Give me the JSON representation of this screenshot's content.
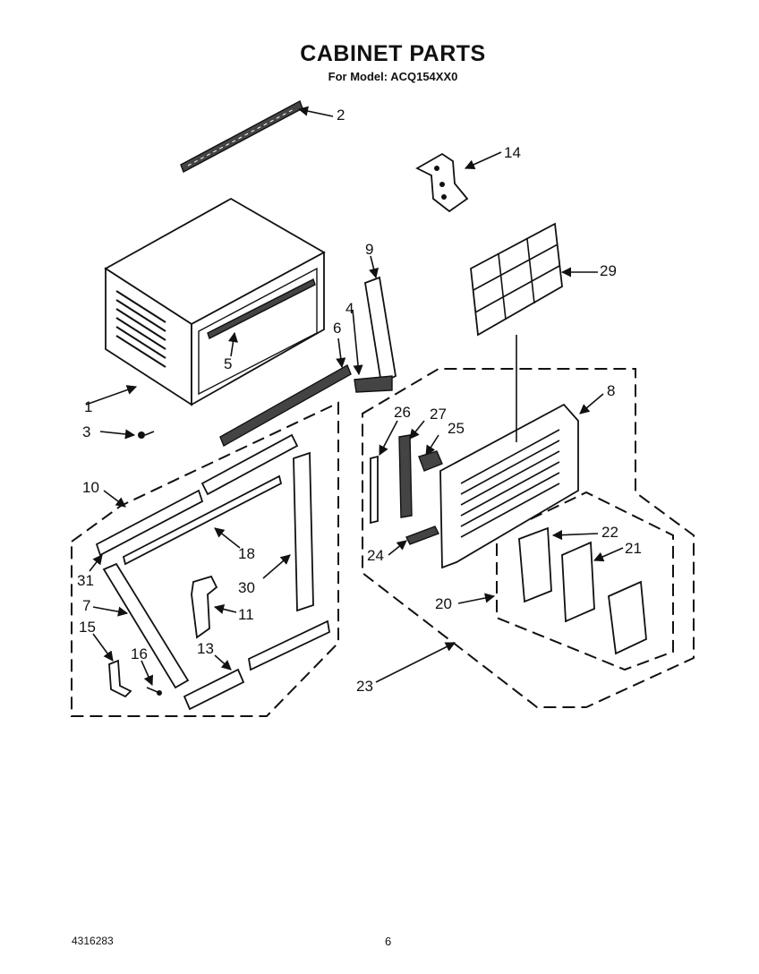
{
  "header": {
    "title": "CABINET PARTS",
    "subtitle": "For Model: ACQ154XX0"
  },
  "footer": {
    "doc_number": "4316283",
    "page_number": "6"
  },
  "callouts": [
    {
      "id": "c1",
      "label": "1"
    },
    {
      "id": "c2",
      "label": "2"
    },
    {
      "id": "c3",
      "label": "3"
    },
    {
      "id": "c4",
      "label": "4"
    },
    {
      "id": "c5",
      "label": "5"
    },
    {
      "id": "c6",
      "label": "6"
    },
    {
      "id": "c7",
      "label": "7"
    },
    {
      "id": "c8",
      "label": "8"
    },
    {
      "id": "c9",
      "label": "9"
    },
    {
      "id": "c10",
      "label": "10"
    },
    {
      "id": "c11",
      "label": "11"
    },
    {
      "id": "c13",
      "label": "13"
    },
    {
      "id": "c14",
      "label": "14"
    },
    {
      "id": "c15",
      "label": "15"
    },
    {
      "id": "c16",
      "label": "16"
    },
    {
      "id": "c18",
      "label": "18"
    },
    {
      "id": "c20",
      "label": "20"
    },
    {
      "id": "c21",
      "label": "21"
    },
    {
      "id": "c22",
      "label": "22"
    },
    {
      "id": "c23",
      "label": "23"
    },
    {
      "id": "c24",
      "label": "24"
    },
    {
      "id": "c25",
      "label": "25"
    },
    {
      "id": "c26",
      "label": "26"
    },
    {
      "id": "c27",
      "label": "27"
    },
    {
      "id": "c29",
      "label": "29"
    },
    {
      "id": "c30",
      "label": "30"
    },
    {
      "id": "c31",
      "label": "31"
    }
  ]
}
